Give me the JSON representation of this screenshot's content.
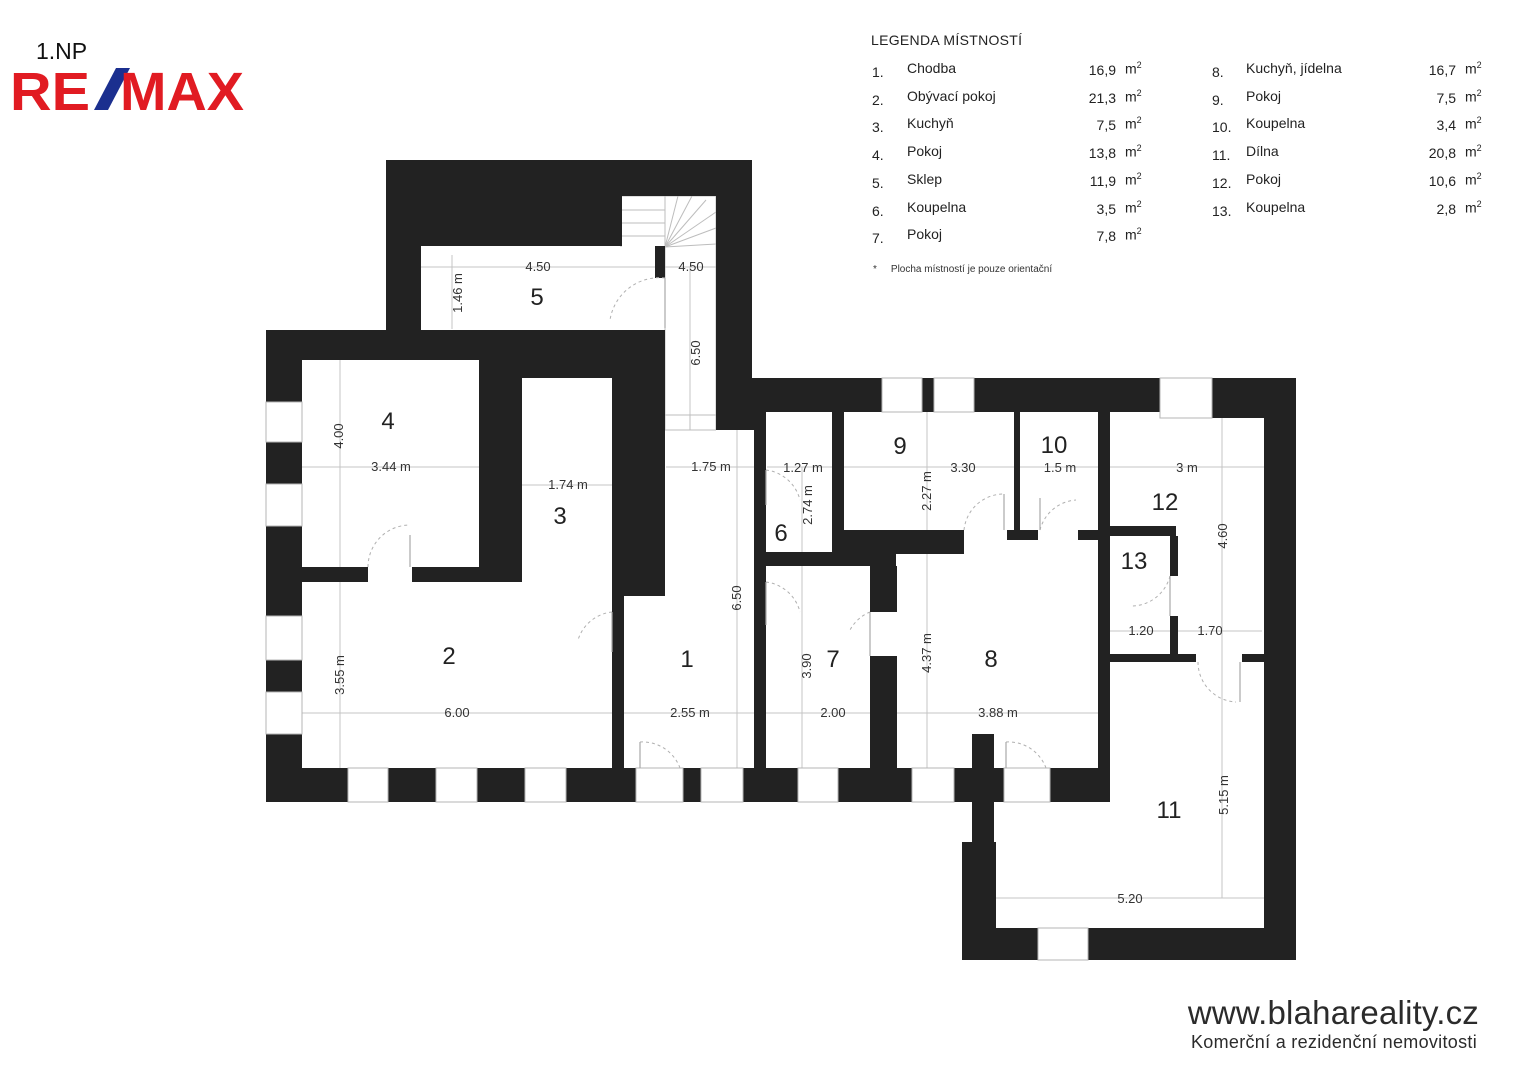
{
  "floor_label": "1.NP",
  "brand": {
    "logo_text": "RE/MAX",
    "colors": {
      "red": "#e11b22",
      "blue": "#1b2f8f"
    }
  },
  "legend": {
    "title": "LEGENDA MÍSTNOSTÍ",
    "unit": "m",
    "unit_sup": "2",
    "items": [
      {
        "num": "1.",
        "name": "Chodba",
        "area": "16,9"
      },
      {
        "num": "2.",
        "name": "Obývací pokoj",
        "area": "21,3"
      },
      {
        "num": "3.",
        "name": "Kuchyň",
        "area": "7,5"
      },
      {
        "num": "4.",
        "name": "Pokoj",
        "area": "13,8"
      },
      {
        "num": "5.",
        "name": "Sklep",
        "area": "11,9"
      },
      {
        "num": "6.",
        "name": "Koupelna",
        "area": "3,5"
      },
      {
        "num": "7.",
        "name": "Pokoj",
        "area": "7,8"
      },
      {
        "num": "8.",
        "name": "Kuchyň, jídelna",
        "area": "16,7"
      },
      {
        "num": "9.",
        "name": "Pokoj",
        "area": "7,5"
      },
      {
        "num": "10.",
        "name": "Koupelna",
        "area": "3,4"
      },
      {
        "num": "11.",
        "name": "Dílna",
        "area": "20,8"
      },
      {
        "num": "12.",
        "name": "Pokoj",
        "area": "10,6"
      },
      {
        "num": "13.",
        "name": "Koupelna",
        "area": "2,8"
      }
    ],
    "note_mark": "*",
    "note": "Plocha místností je pouze orientační"
  },
  "plan": {
    "room_numbers": [
      "1",
      "2",
      "3",
      "4",
      "5",
      "6",
      "7",
      "8",
      "9",
      "10",
      "11",
      "12",
      "13"
    ],
    "dimensions": {
      "r5_width": "4.50",
      "r5_height": "1.46 m",
      "stair_width": "4.50",
      "stair_length": "6.50",
      "r4_height": "4.00",
      "r4_width": "3.44 m",
      "r3_width": "1.74 m",
      "r1_top_width": "1.75 m",
      "r1_length": "6.50",
      "r2_height": "3.55 m",
      "r2_width": "6.00",
      "r1_width": "2.55 m",
      "r6_width": "1.27 m",
      "r6_height": "2.74 m",
      "r9_width": "3.30",
      "r9_height": "2.27 m",
      "r10_width": "1.5 m",
      "r12_width": "3 m",
      "r12_height": "4.60",
      "r7_height": "3.90",
      "r7_width": "2.00",
      "r8_height": "4.37 m",
      "r8_width": "3.88 m",
      "r13_width": "1.20",
      "r12_lower_width": "1.70",
      "r11_height": "5.15 m",
      "r11_width": "5.20"
    }
  },
  "footer": {
    "website": "www.blahareality.cz",
    "tagline": "Komerční a rezidenční nemovitosti"
  }
}
